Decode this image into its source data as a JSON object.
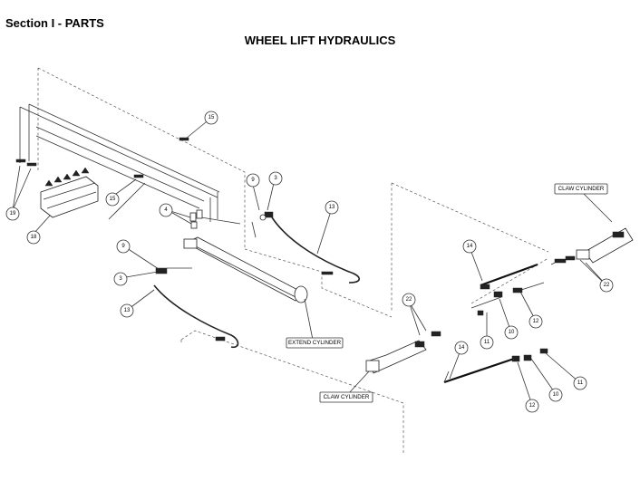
{
  "header": {
    "section": "Section I - PARTS",
    "title": "WHEEL LIFT HYDRAULICS"
  },
  "callouts": [
    "15",
    "19",
    "15",
    "18",
    "4",
    "9",
    "3",
    "13",
    "9",
    "3",
    "13",
    "14",
    "22",
    "11",
    "10",
    "12",
    "22",
    "14",
    "10",
    "12",
    "11"
  ],
  "labels": {
    "extend_cylinder": "EXTEND CYLINDER",
    "claw_cylinder_right": "CLAW CYLINDER",
    "claw_cylinder_left": "CLAW CYLINDER"
  }
}
